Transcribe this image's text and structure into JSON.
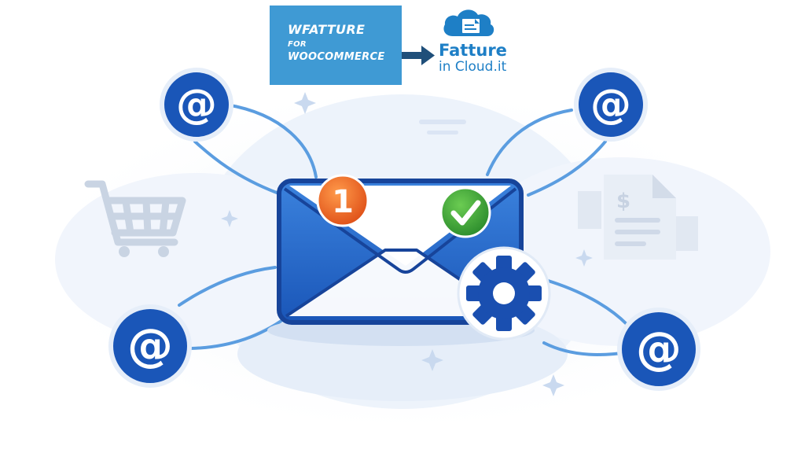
{
  "plugin_badge": {
    "line1": "WFATTURE",
    "line2": "FOR",
    "line3": "WOOCOMMERCE",
    "color": "#3f9ad4"
  },
  "brand_logo": {
    "line1": "Fatture",
    "line2": "in Cloud.it",
    "color": "#1e7fc6"
  },
  "envelope": {
    "notification_count": "1",
    "status": "check-icon",
    "settings": "gear-icon"
  },
  "icons": [
    "at-sign-icon",
    "shopping-cart-icon",
    "invoice-icon",
    "cloud-document-icon",
    "sparkle-icon",
    "arrow-right-icon"
  ],
  "colors": {
    "primary_blue": "#1a56b8",
    "light_blue": "#5b9de0",
    "badge_orange": "#ee6a1c",
    "check_green": "#3faa3c",
    "background_tint": "#e8f0fa"
  }
}
